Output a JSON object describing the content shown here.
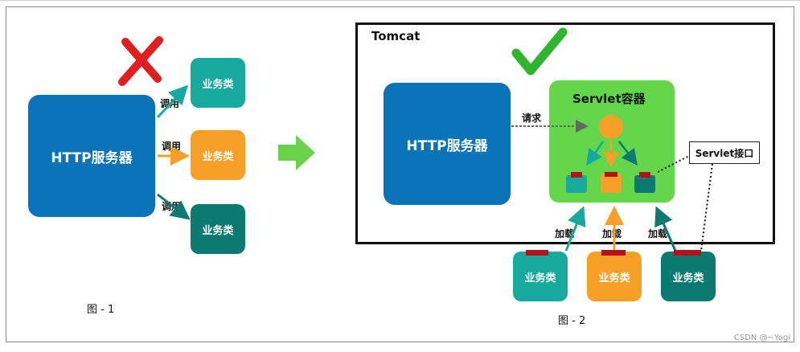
{
  "left_diagram": {
    "server_label": "HTTP服务器",
    "call_label": "调用",
    "biz_label": "业务类",
    "caption": "图 - 1"
  },
  "right_diagram": {
    "container_title": "Tomcat",
    "server_label": "HTTP服务器",
    "request_label": "请求",
    "servlet_container_title": "Servlet容器",
    "servlet_interface_label": "Servlet接口",
    "load_label": "加载",
    "biz_label": "业务类",
    "caption": "图 - 2"
  },
  "watermark": "CSDN @~Yogi",
  "colors": {
    "server_blue": "#0b73b8",
    "teal": "#17a8a0",
    "orange": "#f7a027",
    "dark_teal": "#0d7a72",
    "servlet_green": "#63d64c",
    "cross_red": "#e02020",
    "check_green": "#2fb52f",
    "transition_arrow": "#6ad14b",
    "plug_red": "#b3121a"
  },
  "icons": [
    "cross-icon",
    "check-icon",
    "right-arrow-icon"
  ]
}
